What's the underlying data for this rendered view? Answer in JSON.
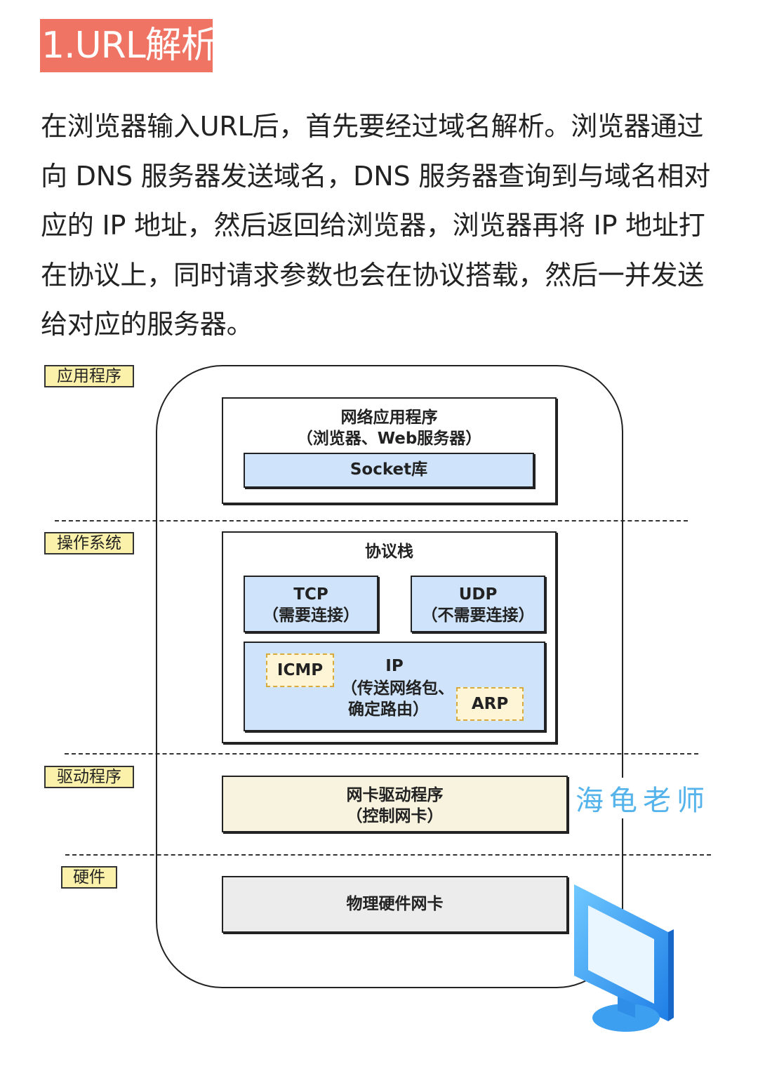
{
  "heading": "1.URL解析",
  "paragraph": "在浏览器输入URL后，首先要经过域名解析。浏览器通过向 DNS 服务器发送域名，DNS 服务器查询到与域名相对应的 IP 地址，然后返回给浏览器，浏览器再将 IP 地址打在协议上，同时请求参数也会在协议搭载，然后一并发送给对应的服务器。",
  "diagram": {
    "layers": {
      "application": "应用程序",
      "os": "操作系统",
      "driver": "驱动程序",
      "hardware": "硬件"
    },
    "app_box": {
      "title": "网络应用程序",
      "subtitle": "（浏览器、Web服务器）",
      "socket": "Socket库"
    },
    "stack": {
      "title": "协议栈",
      "tcp": {
        "name": "TCP",
        "note": "（需要连接）"
      },
      "udp": {
        "name": "UDP",
        "note": "（不需要连接）"
      },
      "ip": {
        "name": "IP",
        "note1": "（传送网络包、",
        "note2": "确定路由）"
      },
      "icmp": "ICMP",
      "arp": "ARP"
    },
    "driver_box": {
      "title": "网卡驱动程序",
      "subtitle": "（控制网卡）"
    },
    "hardware_box": "物理硬件网卡"
  },
  "watermark": "海龟老师",
  "colors": {
    "badge": "#ef7464",
    "label_fill": "#fbf1aa",
    "blue_box": "#cfe4fb",
    "watermark": "#55b3ec"
  },
  "icons": {
    "monitor": "monitor-icon"
  }
}
